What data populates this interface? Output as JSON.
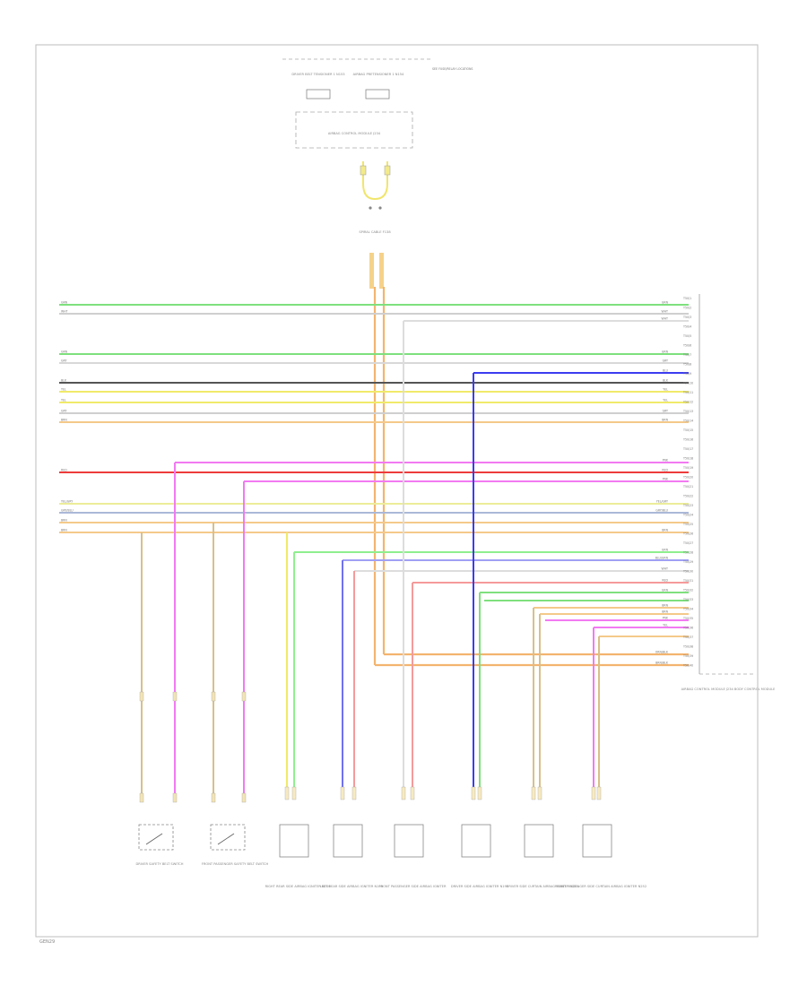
{
  "footer_code": "GEN29",
  "sheet_label": "SEE FUSE/RELAY LOCATIONS",
  "top_boxes": {
    "driver_belt": "DRIVER BELT TENSIONER 1 N153",
    "airbag_pretensioner": "AIRBAG PRETENSIONER 1 N154",
    "module": "AIRBAG CONTROL MODULE J234"
  },
  "connector_label": "SPIRAL CABLE F138",
  "control_module_label": "AIRBAG CONTROL MODULE J234 BODY CONTROL MODULE",
  "bottom_components": [
    "DRIVER SAFETY BELT SWITCH",
    "FRONT PASSENGER SAFETY BELT SWITCH",
    "RIGHT REAR SIDE AIRBAG IGNITER N200",
    "LEFT REAR SIDE AIRBAG IGNITER N199",
    "FRONT PASSENGER SIDE AIRBAG IGNITER",
    "DRIVER SIDE AIRBAG IGNITER N199",
    "DRIVER SIDE CURTAIN AIRBAG IGNITER N251",
    "FRONT PASSENGER SIDE CURTAIN AIRBAG IGNITER N252"
  ],
  "wire_labels_left": [
    "GRN",
    "WHT",
    "GRN",
    "GRY",
    "BLK",
    "YEL",
    "YEL",
    "GRY",
    "BRN",
    "RED",
    "YEL/GRY",
    "GRY/BLU",
    "BRN",
    "BRN"
  ],
  "wire_labels_right": [
    "GRN",
    "WHT",
    "WHT",
    "GRN",
    "GRY",
    "BLU",
    "BLK",
    "YEL",
    "YEL",
    "GRY",
    "BRN",
    "PNK",
    "RED",
    "PNK",
    "YEL/GRY",
    "GRY/BLU",
    "BRN",
    "GRN",
    "BLU/GRN",
    "WHT",
    "RED",
    "GRN",
    "BRN",
    "BRN",
    "PNK",
    "YEL",
    "ORN/BLK",
    "BRN/BLK"
  ],
  "pin_labels": [
    "T50/1",
    "T50/2",
    "T50/3",
    "T50/4",
    "T50/5",
    "T50/6",
    "T50/7",
    "T50/8",
    "T50/9",
    "T50/10",
    "T50/11",
    "T50/12",
    "T50/13",
    "T50/14",
    "T50/15",
    "T50/16",
    "T50/17",
    "T50/18",
    "T50/19",
    "T50/20",
    "T50/21",
    "T50/22",
    "T50/23",
    "T50/24",
    "T50/25",
    "T50/26",
    "T50/27",
    "T50/28",
    "T50/29",
    "T50/30",
    "T50/31",
    "T50/32",
    "T50/33",
    "T50/34",
    "T50/35",
    "T50/36",
    "T50/37",
    "T50/38",
    "T50/39",
    "T50/40"
  ]
}
